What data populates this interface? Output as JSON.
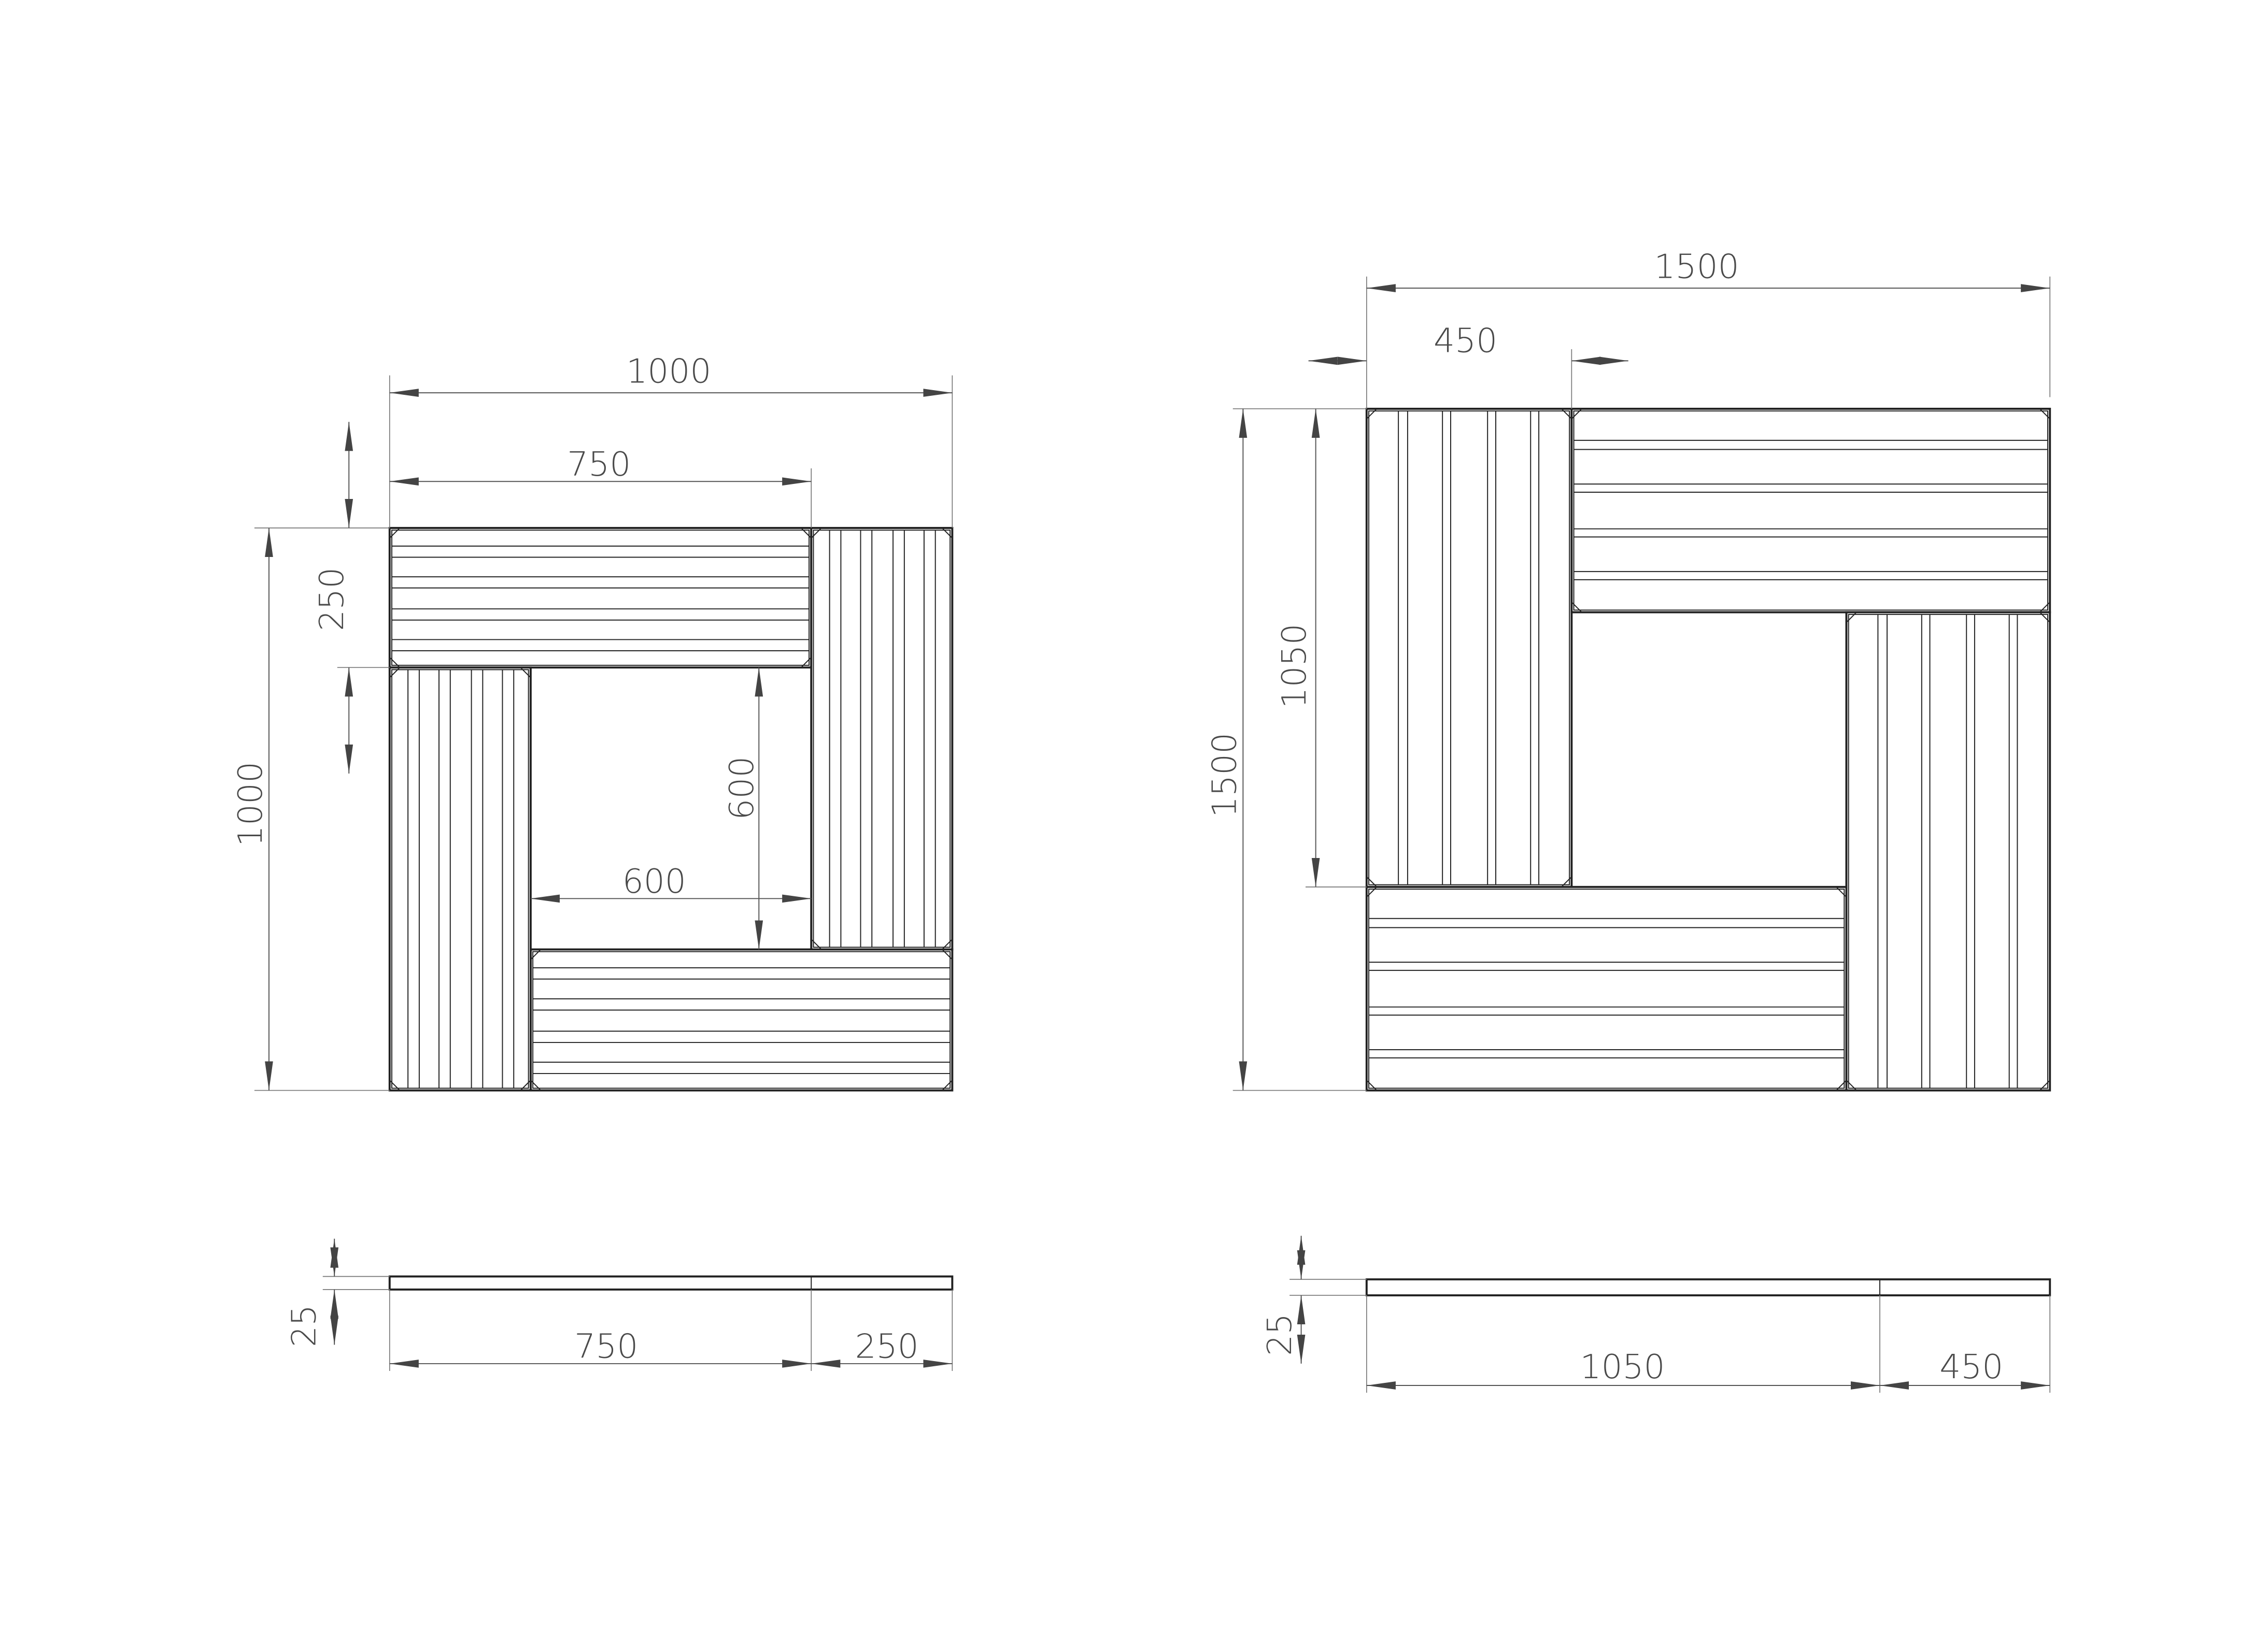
{
  "units": "mm",
  "small_module": {
    "overall_width": "1000",
    "overall_height": "1000",
    "board_length": "750",
    "board_width": "250",
    "opening_width": "600",
    "opening_height": "600",
    "side_view": {
      "thickness": "25",
      "length_a": "750",
      "length_b": "250"
    }
  },
  "large_module": {
    "overall_width": "1500",
    "overall_height": "1500",
    "board_length": "1050",
    "board_width": "450",
    "side_view": {
      "thickness": "25",
      "length_a": "1050",
      "length_b": "450"
    }
  }
}
